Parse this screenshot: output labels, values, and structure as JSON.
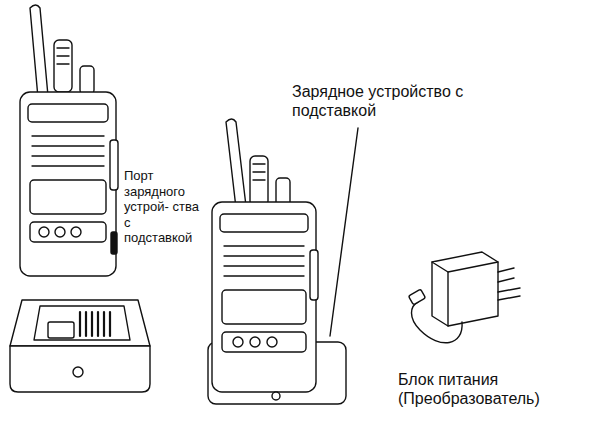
{
  "diagram": {
    "labels": [
      "Порт зарядного устрой- ства с подставкой",
      "Зарядное устройство с подставкой",
      "Блок питания (Преобразователь)"
    ]
  }
}
